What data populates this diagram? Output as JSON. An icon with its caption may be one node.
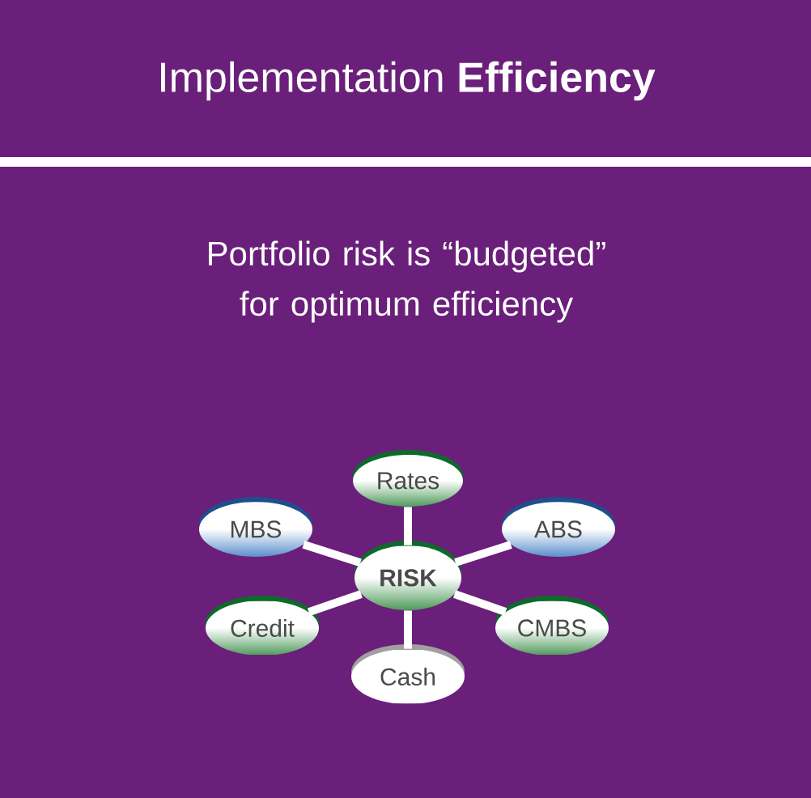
{
  "diagram": {
    "title": "Implementation **Efficiency**",
    "nodes": [
      {
        "text": [
          "RISK"
        ]
      },
      {
        "text": [
          "Rates"
        ]
      },
      {
        "text": [
          "MBS"
        ]
      },
      {
        "text": [
          "ABS"
        ]
      },
      {
        "text": [
          "Credit"
        ]
      },
      {
        "text": [
          "CMBS"
        ]
      },
      {
        "text": [
          "Cash"
        ]
      }
    ],
    "edges": [
      {
        "from": 0,
        "to": 1,
        "arrow": "none"
      },
      {
        "from": 0,
        "to": 2,
        "arrow": "none"
      },
      {
        "from": 0,
        "to": 3,
        "arrow": "none"
      },
      {
        "from": 0,
        "to": 4,
        "arrow": "none"
      },
      {
        "from": 0,
        "to": 5,
        "arrow": "none"
      },
      {
        "from": 0,
        "to": 6,
        "arrow": "none"
      }
    ],
    "labels": [
      "Portfolio risk is “budgeted” for optimum efficiency"
    ]
  }
}
